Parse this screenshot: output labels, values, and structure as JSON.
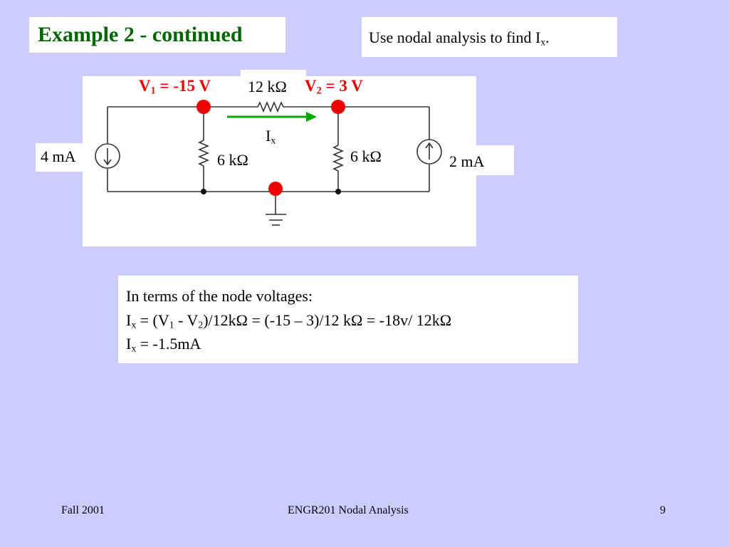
{
  "slide": {
    "title": "Example 2 - continued",
    "task": {
      "text": "Use nodal analysis to find I",
      "sub": "x",
      "end": "."
    }
  },
  "circuit": {
    "v1": {
      "main": "V",
      "sub": "1",
      "rest": " = -15 V"
    },
    "v2": {
      "main": "V",
      "sub": "2",
      "rest": " = 3 V"
    },
    "r_top": "12 kΩ",
    "r_left": "6 kΩ",
    "r_right": "6 kΩ",
    "src_left": "4 mA",
    "src_right": "2 mA",
    "ix": {
      "main": "I",
      "sub": "x"
    },
    "colors": {
      "node": "#ee0000",
      "arrow": "#00aa00",
      "wire": "#333333"
    }
  },
  "terms": {
    "line1": "In terms of the node voltages:",
    "line2": {
      "a": "I",
      "a_sub": "x",
      "b": " = (V",
      "b_sub": "1",
      "c": " - V",
      "c_sub": "2",
      "d": ")/12kΩ = (-15 – 3)/12 kΩ =  -18v/ 12kΩ"
    },
    "line3": {
      "a": "I",
      "a_sub": "x",
      "b": " = -1.5mA"
    }
  },
  "footer": {
    "left": "Fall 2001",
    "center": "ENGR201  Nodal Analysis",
    "page": "9"
  }
}
